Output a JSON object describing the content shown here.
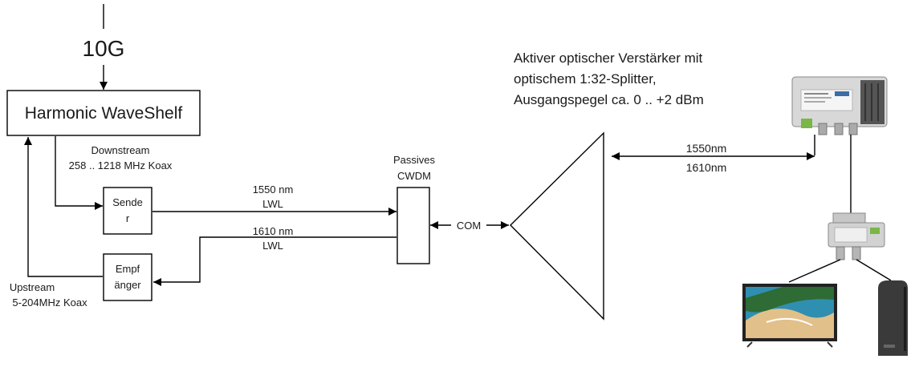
{
  "input": {
    "label": "10G"
  },
  "headend": {
    "title": "Harmonic WaveShelf"
  },
  "downstream": {
    "line1": "Downstream",
    "line2": "258 .. 1218 MHz Koax"
  },
  "upstream": {
    "line1": "Upstream",
    "line2": "5-204MHz Koax"
  },
  "sender": {
    "line1": "Sende",
    "line2": "r"
  },
  "receiver": {
    "line1": "Empf",
    "line2": "änger"
  },
  "fiber_down": {
    "line1": "1550 nm",
    "line2": "LWL"
  },
  "fiber_up": {
    "line1": "1610 nm",
    "line2": "LWL"
  },
  "cwdm": {
    "line1": "Passives",
    "line2": "CWDM"
  },
  "com": {
    "label": "COM"
  },
  "amplifier": {
    "line1": "Aktiver optischer Verstärker mit",
    "line2": "optischem 1:32-Splitter,",
    "line3": "Ausgangspegel ca. 0 .. +2 dBm"
  },
  "link": {
    "line1": "1550nm",
    "line2": "1610nm"
  }
}
